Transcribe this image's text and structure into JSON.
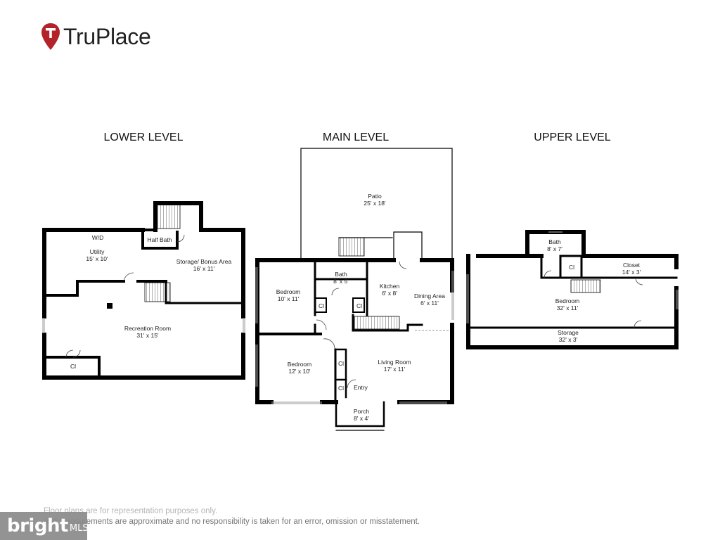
{
  "brand": {
    "name": "TruPlace",
    "accent": "#b3232a"
  },
  "levels": {
    "lower": "LOWER LEVEL",
    "main": "MAIN LEVEL",
    "upper": "UPPER LEVEL"
  },
  "rooms": {
    "wd": {
      "name": "W/D",
      "dims": ""
    },
    "half_bath": {
      "name": "Half Bath",
      "dims": ""
    },
    "utility": {
      "name": "Utility",
      "dims": "15' x 10'"
    },
    "storage_bonus": {
      "name": "Storage/ Bonus Area",
      "dims": "16' x 11'"
    },
    "recreation": {
      "name": "Recreation Room",
      "dims": "31' x 15'"
    },
    "lower_closet": {
      "name": "Cl",
      "dims": ""
    },
    "patio": {
      "name": "Patio",
      "dims": "25' x 18'"
    },
    "bedroom_main_1": {
      "name": "Bedroom",
      "dims": "10' x 11'"
    },
    "bath_main": {
      "name": "Bath",
      "dims": "8' x 5'"
    },
    "kitchen": {
      "name": "Kitchen",
      "dims": "6' x 8'"
    },
    "dining": {
      "name": "Dining Area",
      "dims": "6' x 11'"
    },
    "cl_a": {
      "name": "Cl",
      "dims": ""
    },
    "cl_b": {
      "name": "Cl",
      "dims": ""
    },
    "bedroom_main_2": {
      "name": "Bedroom",
      "dims": "12' x 10'"
    },
    "cl_c": {
      "name": "Cl",
      "dims": ""
    },
    "cl_d": {
      "name": "Cl",
      "dims": ""
    },
    "entry": {
      "name": "Entry",
      "dims": ""
    },
    "living": {
      "name": "Living Room",
      "dims": "17' x 11'"
    },
    "porch": {
      "name": "Porch",
      "dims": "8' x 4'"
    },
    "bath_upper": {
      "name": "Bath",
      "dims": "8' x 7'"
    },
    "cl_upper": {
      "name": "Cl",
      "dims": ""
    },
    "closet_upper": {
      "name": "Closet",
      "dims": "14' x 3'"
    },
    "bedroom_upper": {
      "name": "Bedroom",
      "dims": "32' x 11'"
    },
    "storage_upper": {
      "name": "Storage",
      "dims": "32' x 3'"
    }
  },
  "disclaimer": {
    "line1": "Floor plans are for representation purposes only.",
    "line2": "and measurements are approximate and no responsibility is taken for an error, omission or misstatement."
  },
  "watermark": {
    "word": "bright",
    "suffix": "MLS"
  }
}
